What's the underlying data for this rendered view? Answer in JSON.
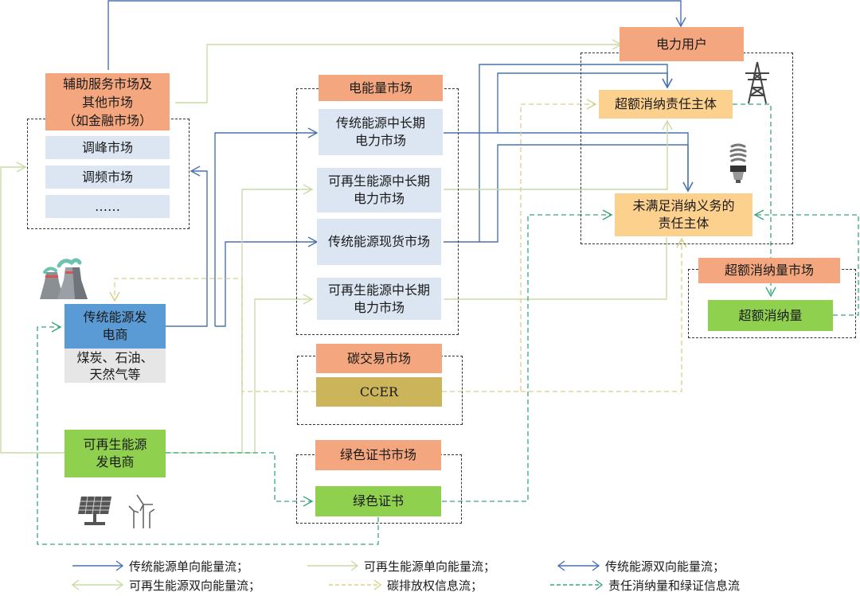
{
  "diagram": {
    "nodes": {
      "ancillary_market": "辅助服务市场及\n其他市场\n（如金融市场）",
      "peak_regulation": "调峰市场",
      "frequency_regulation": "调频市场",
      "ancillary_more": "……",
      "energy_market": "电能量市场",
      "trad_mid_long": "传统能源中长期\n电力市场",
      "renew_mid_long_1": "可再生能源中长期\n电力市场",
      "trad_spot": "传统能源现货市场",
      "renew_mid_long_2": "可再生能源中长期\n电力市场",
      "carbon_market": "碳交易市场",
      "ccer": "CCER",
      "green_cert_market": "绿色证书市场",
      "green_cert": "绿色证书",
      "power_users": "电力用户",
      "excess_entity": "超额消纳责任主体",
      "unmet_entity": "未满足消纳义务的\n责任主体",
      "excess_market": "超额消纳量市场",
      "excess_amount": "超额消纳量",
      "trad_generator": "传统能源发\n电商",
      "trad_fuel": "煤炭、石油、\n天然气等",
      "renew_generator": "可再生能源\n发电商"
    },
    "icons": [
      "power-plant-cooling-towers-icon",
      "transmission-tower-icon",
      "light-bulb-icon",
      "solar-panel-icon",
      "wind-turbine-icon"
    ]
  },
  "legend": [
    {
      "label": "传统能源单向能量流；",
      "style": "solid-single",
      "color": "#4a72b0"
    },
    {
      "label": "可再生能源单向能量流；",
      "style": "solid-single",
      "color": "#c9dca8"
    },
    {
      "label": "传统能源双向能量流；",
      "style": "solid-double",
      "color": "#4a72b0"
    },
    {
      "label": "可再生能源双向能量流；",
      "style": "solid-double",
      "color": "#c9dca8"
    },
    {
      "label": "碳排放权信息流；",
      "style": "dashed-single",
      "color": "#d8d08a"
    },
    {
      "label": "责任消纳量和绿证信息流",
      "style": "dashed-single",
      "color": "#3aa67a"
    }
  ],
  "colors": {
    "traditional_flow": "#4a72b0",
    "renewable_flow": "#c9dca8",
    "carbon_info": "#d8d08a",
    "green_cert_info": "#3aa67a",
    "market_header": "#f4a77e",
    "sub_market": "#dce6f2",
    "trad_generator": "#5b9bd5",
    "renewable": "#8fd14f",
    "responsible_entity": "#fcd08d",
    "ccer": "#cbb45a"
  }
}
